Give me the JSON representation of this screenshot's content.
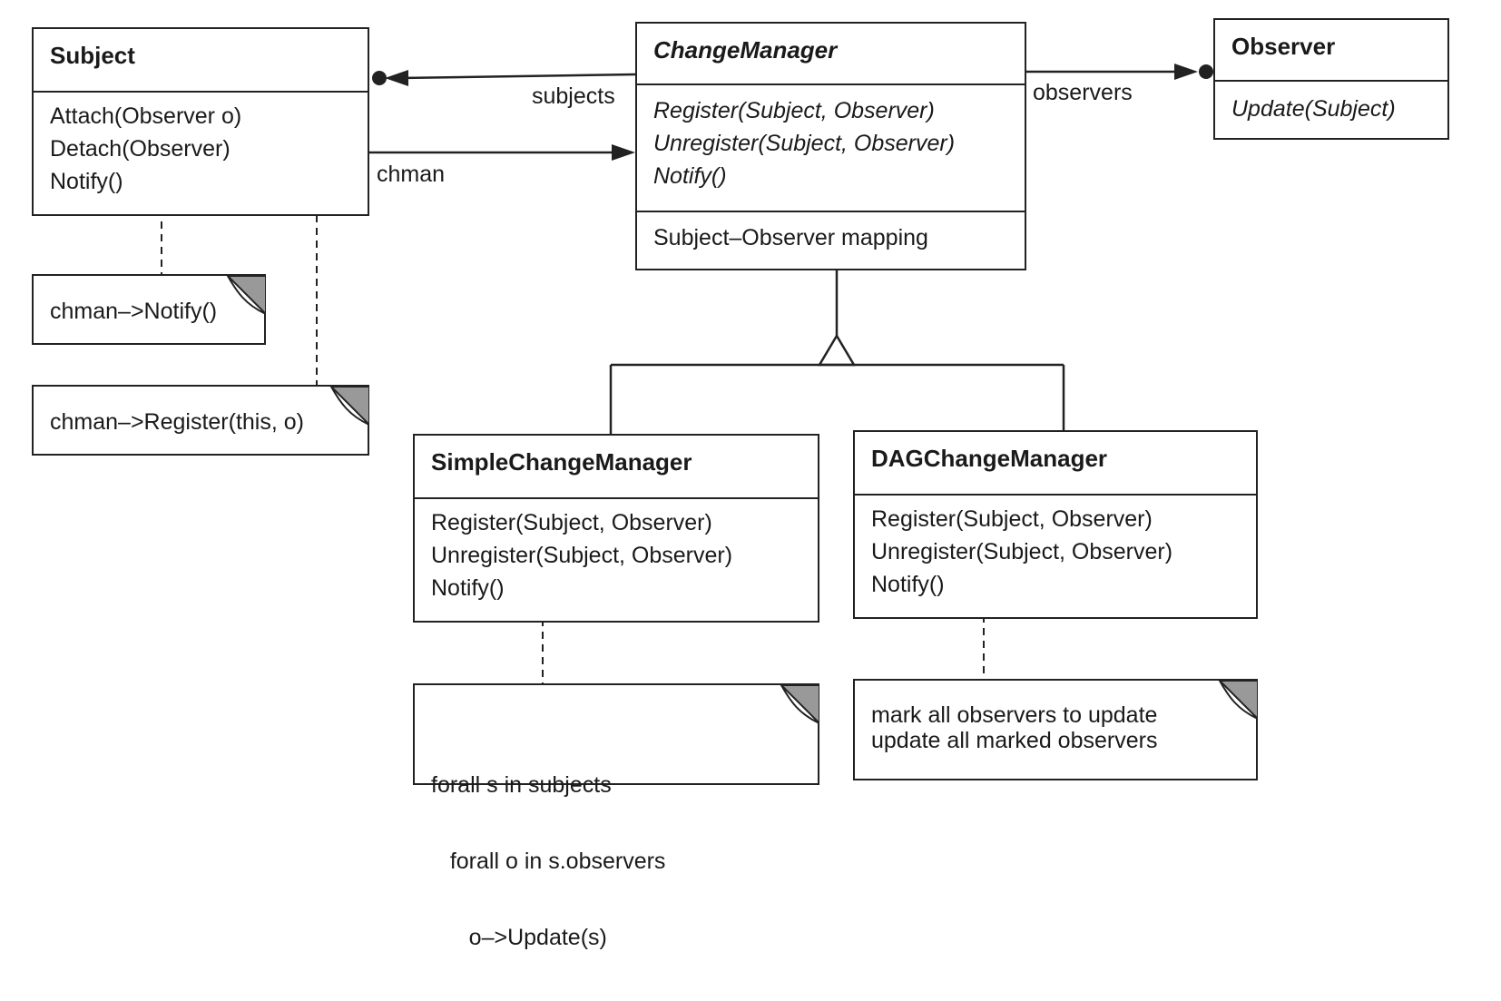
{
  "classes": {
    "subject": {
      "name": "Subject",
      "operations": [
        "Attach(Observer o)",
        "Detach(Observer)",
        "Notify()"
      ]
    },
    "change_manager": {
      "name": "ChangeManager",
      "operations": [
        "Register(Subject, Observer)",
        "Unregister(Subject, Observer)",
        "Notify()"
      ],
      "attributes": [
        "Subject–Observer mapping"
      ]
    },
    "observer": {
      "name": "Observer",
      "operations": [
        "Update(Subject)"
      ]
    },
    "simple_change_manager": {
      "name": "SimpleChangeManager",
      "operations": [
        "Register(Subject, Observer)",
        "Unregister(Subject, Observer)",
        "Notify()"
      ]
    },
    "dag_change_manager": {
      "name": "DAGChangeManager",
      "operations": [
        "Register(Subject, Observer)",
        "Unregister(Subject, Observer)",
        "Notify()"
      ]
    }
  },
  "notes": {
    "subject_notify": [
      "chman–>Notify()"
    ],
    "subject_attach": [
      "chman–>Register(this, o)"
    ],
    "simple_notify": [
      "forall s in subjects",
      "   forall o in s.observers",
      "      o–>Update(s)"
    ],
    "dag_notify": [
      "mark all observers to update",
      "update all marked observers"
    ]
  },
  "associations": {
    "subjects": "subjects",
    "chman": "chman",
    "observers": "observers"
  }
}
